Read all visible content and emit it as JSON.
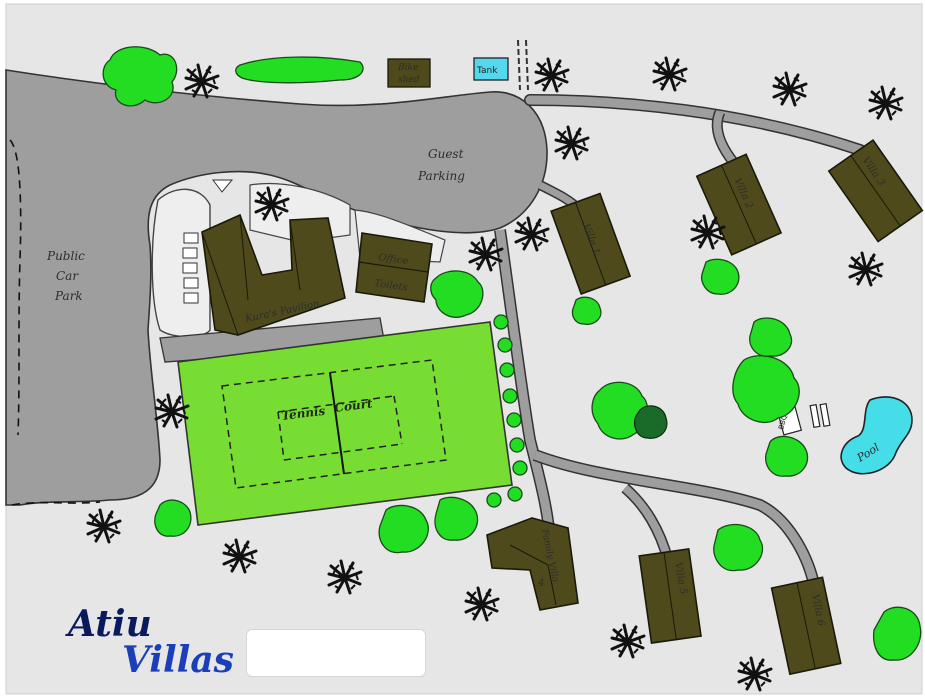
{
  "brand": {
    "line1": "Atiu",
    "line2": "Villas",
    "line1_color": "#0a1a5c",
    "line2_color": "#1b3fb8"
  },
  "labels": {
    "public_car_park": [
      "Public",
      "Car",
      "Park"
    ],
    "guest_parking": [
      "Guest",
      "Parking"
    ],
    "bike_shed": [
      "Bike",
      "shed"
    ],
    "tank": "Tank",
    "office": "Office",
    "toilets": "Toilets",
    "pavilion": "Kura's Pavilion",
    "tennis": "Tennis",
    "court": "Court",
    "villa1": "Villa 1",
    "villa2": "Villa 2",
    "villa3": "Villa 3",
    "family_villa": "Family Villa",
    "family_villa_num": "4",
    "villa5": "Villa 5",
    "villa6": "Villa 6",
    "bbq": "BBQ",
    "pool": "Pool"
  },
  "colors": {
    "ground": "#e6e6e6",
    "paving": "#9e9e9e",
    "roof": "#4e4a1c",
    "court": "#77dd33",
    "tree": "#22dd22",
    "palm": "#111111",
    "pool": "#44dde8",
    "tank": "#55d7ee"
  }
}
